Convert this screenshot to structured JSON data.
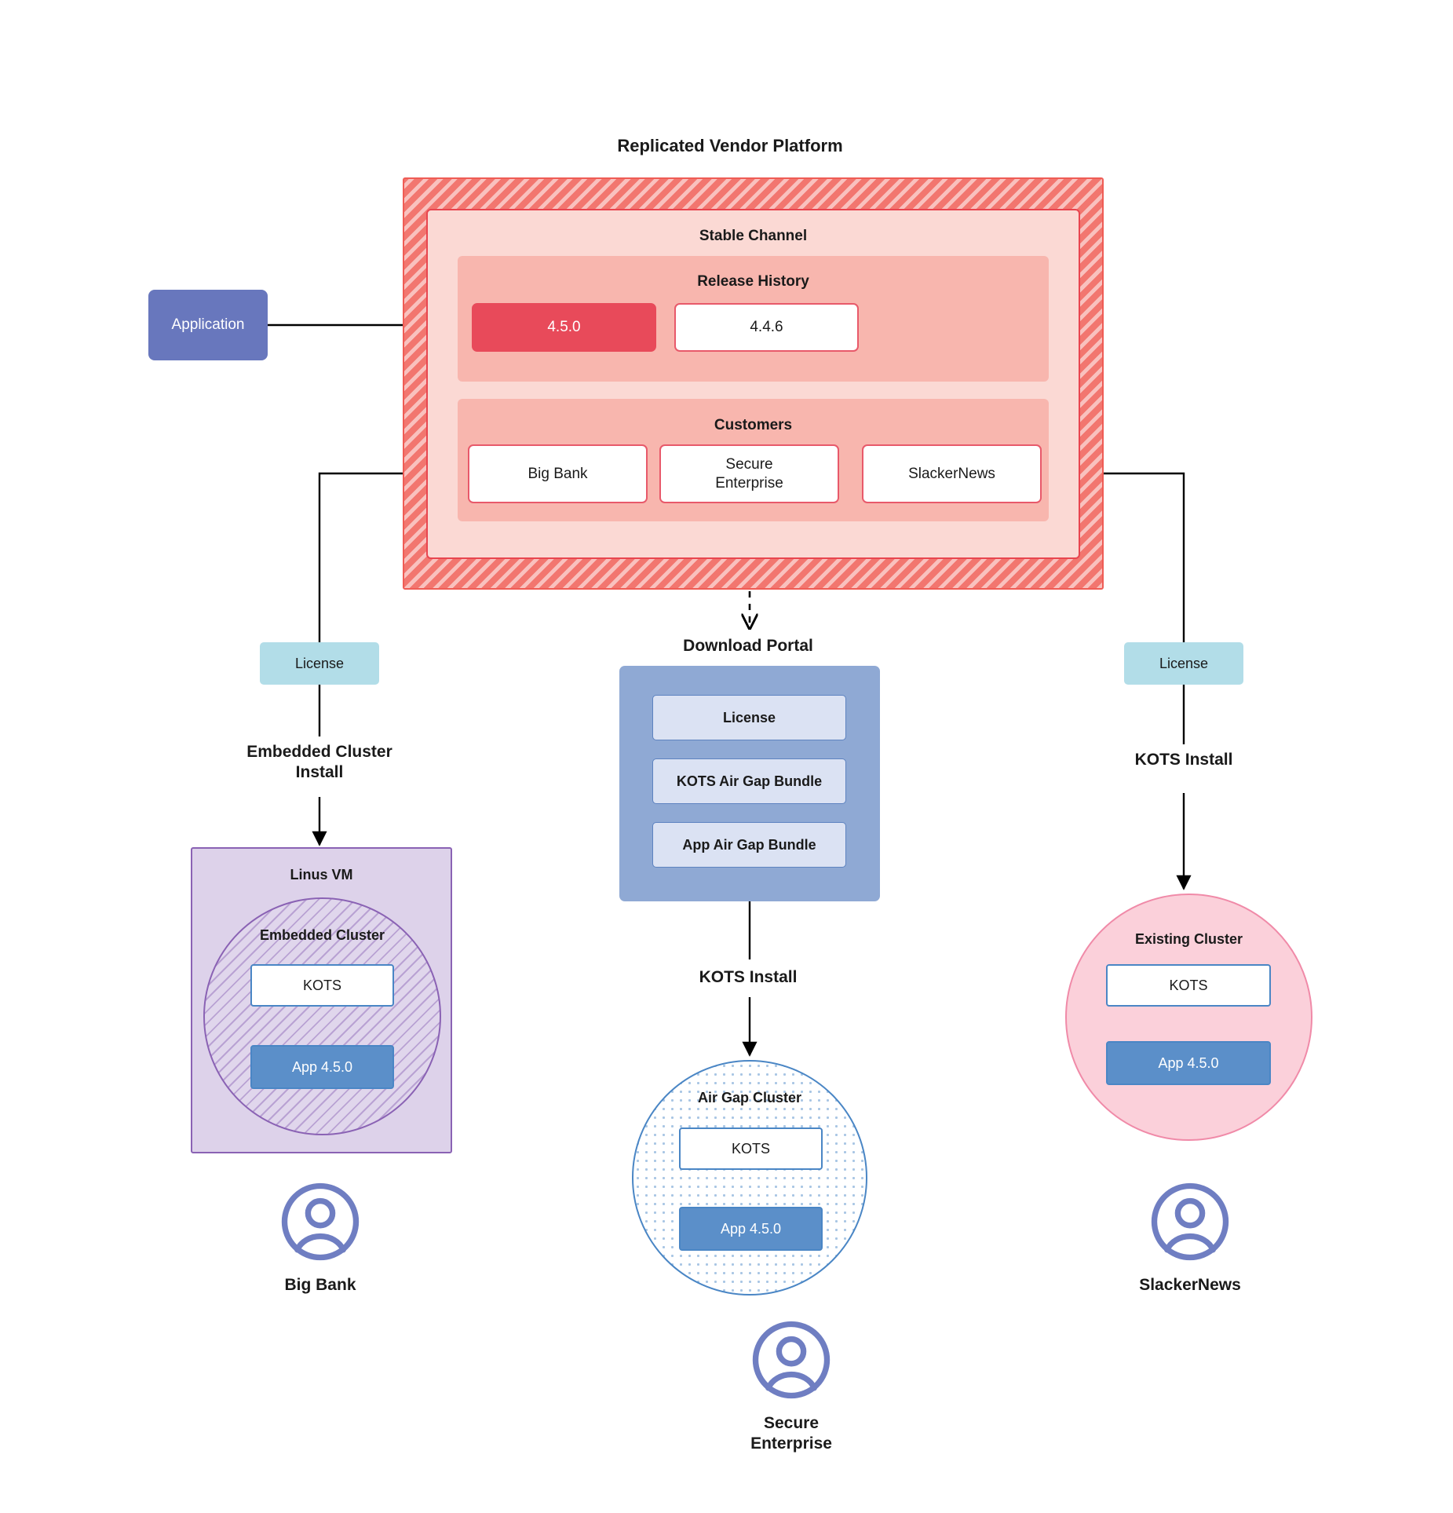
{
  "platform": {
    "title": "Replicated Vendor Platform",
    "channel": {
      "title": "Stable Channel",
      "release_history": {
        "title": "Release History",
        "releases": [
          {
            "version": "4.5.0",
            "state": "current"
          },
          {
            "version": "4.4.6",
            "state": "previous"
          }
        ]
      },
      "customers": {
        "title": "Customers",
        "items": [
          {
            "name": "Big Bank"
          },
          {
            "name": "Secure\nEnterprise"
          },
          {
            "name": "SlackerNews"
          }
        ]
      }
    }
  },
  "application": {
    "label": "Application"
  },
  "licenses": {
    "left_label": "License",
    "right_label": "License"
  },
  "paths": {
    "embedded_install": "Embedded Cluster\nInstall",
    "kots_install_right": "KOTS Install",
    "kots_install_center": "KOTS Install"
  },
  "download_portal": {
    "title": "Download  Portal",
    "items": [
      {
        "label": "License"
      },
      {
        "label": "KOTS Air Gap Bundle"
      },
      {
        "label": "App Air Gap Bundle"
      }
    ]
  },
  "linux_vm": {
    "title": "Linus VM",
    "embedded_cluster": {
      "title": "Embedded Cluster",
      "kots_label": "KOTS",
      "app_label": "App 4.5.0"
    }
  },
  "air_gap_cluster": {
    "title": "Air Gap Cluster",
    "kots_label": "KOTS",
    "app_label": "App 4.5.0"
  },
  "existing_cluster": {
    "title": "Existing Cluster",
    "kots_label": "KOTS",
    "app_label": "App 4.5.0"
  },
  "personas": [
    {
      "name": "Big Bank"
    },
    {
      "name": "Secure\nEnterprise"
    },
    {
      "name": "SlackerNews"
    }
  ],
  "colors": {
    "platform_fill": "#f2766f",
    "platform_border": "#ef5c55",
    "channel_fill": "#fbd9d4",
    "channel_border": "#e8454f",
    "section_fill": "#f8b6ae",
    "release_current": "#e84a5a",
    "release_previous": "#ffffff",
    "application": "#6877bd",
    "license_chip": "#b2dde8",
    "download_portal": "#8fa9d4",
    "portal_item": "#dbe2f3",
    "linux_vm": "#ddd2ea",
    "linux_vm_border": "#8a62b4",
    "cluster_border": "#4a86c5",
    "app_box": "#5b8fc9",
    "existing_cluster": "#fbd0da",
    "existing_cluster_border": "#f08aa8",
    "avatar": "#6f7ec2",
    "edge": "#000000"
  }
}
